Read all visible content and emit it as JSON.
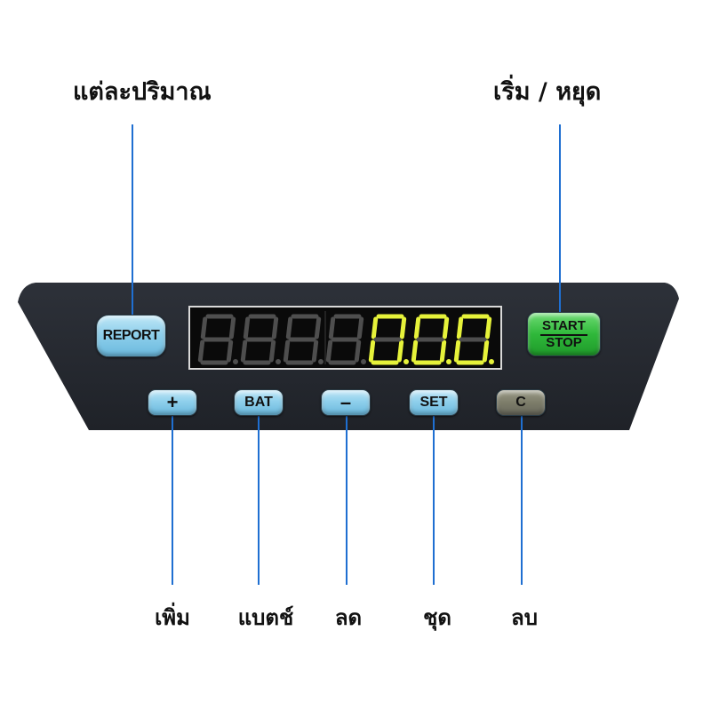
{
  "callouts": {
    "report": "แต่ละปริมาณ",
    "start_stop": "เริ่ม / หยุด",
    "plus": "เพิ่ม",
    "bat": "แบตช์",
    "minus": "ลด",
    "set": "ชุด",
    "clear": "ลบ"
  },
  "buttons": {
    "report": "REPORT",
    "start": "START",
    "stop": "STOP",
    "plus": "+",
    "bat": "BAT",
    "minus": "–",
    "set": "SET",
    "clear": "C"
  },
  "display": {
    "digits": [
      "8",
      "8",
      "8",
      "8",
      "0",
      "0",
      "0"
    ],
    "lit": [
      false,
      false,
      false,
      false,
      true,
      true,
      true
    ],
    "lit_color": "#e6f23a",
    "unlit_color": "#4e4e4e"
  },
  "colors": {
    "panel": "#262a31",
    "leader": "#1f6fd1",
    "button_blue": "#8fd0ec",
    "button_green": "#2fb83a",
    "button_grey": "#7d7d6a"
  }
}
